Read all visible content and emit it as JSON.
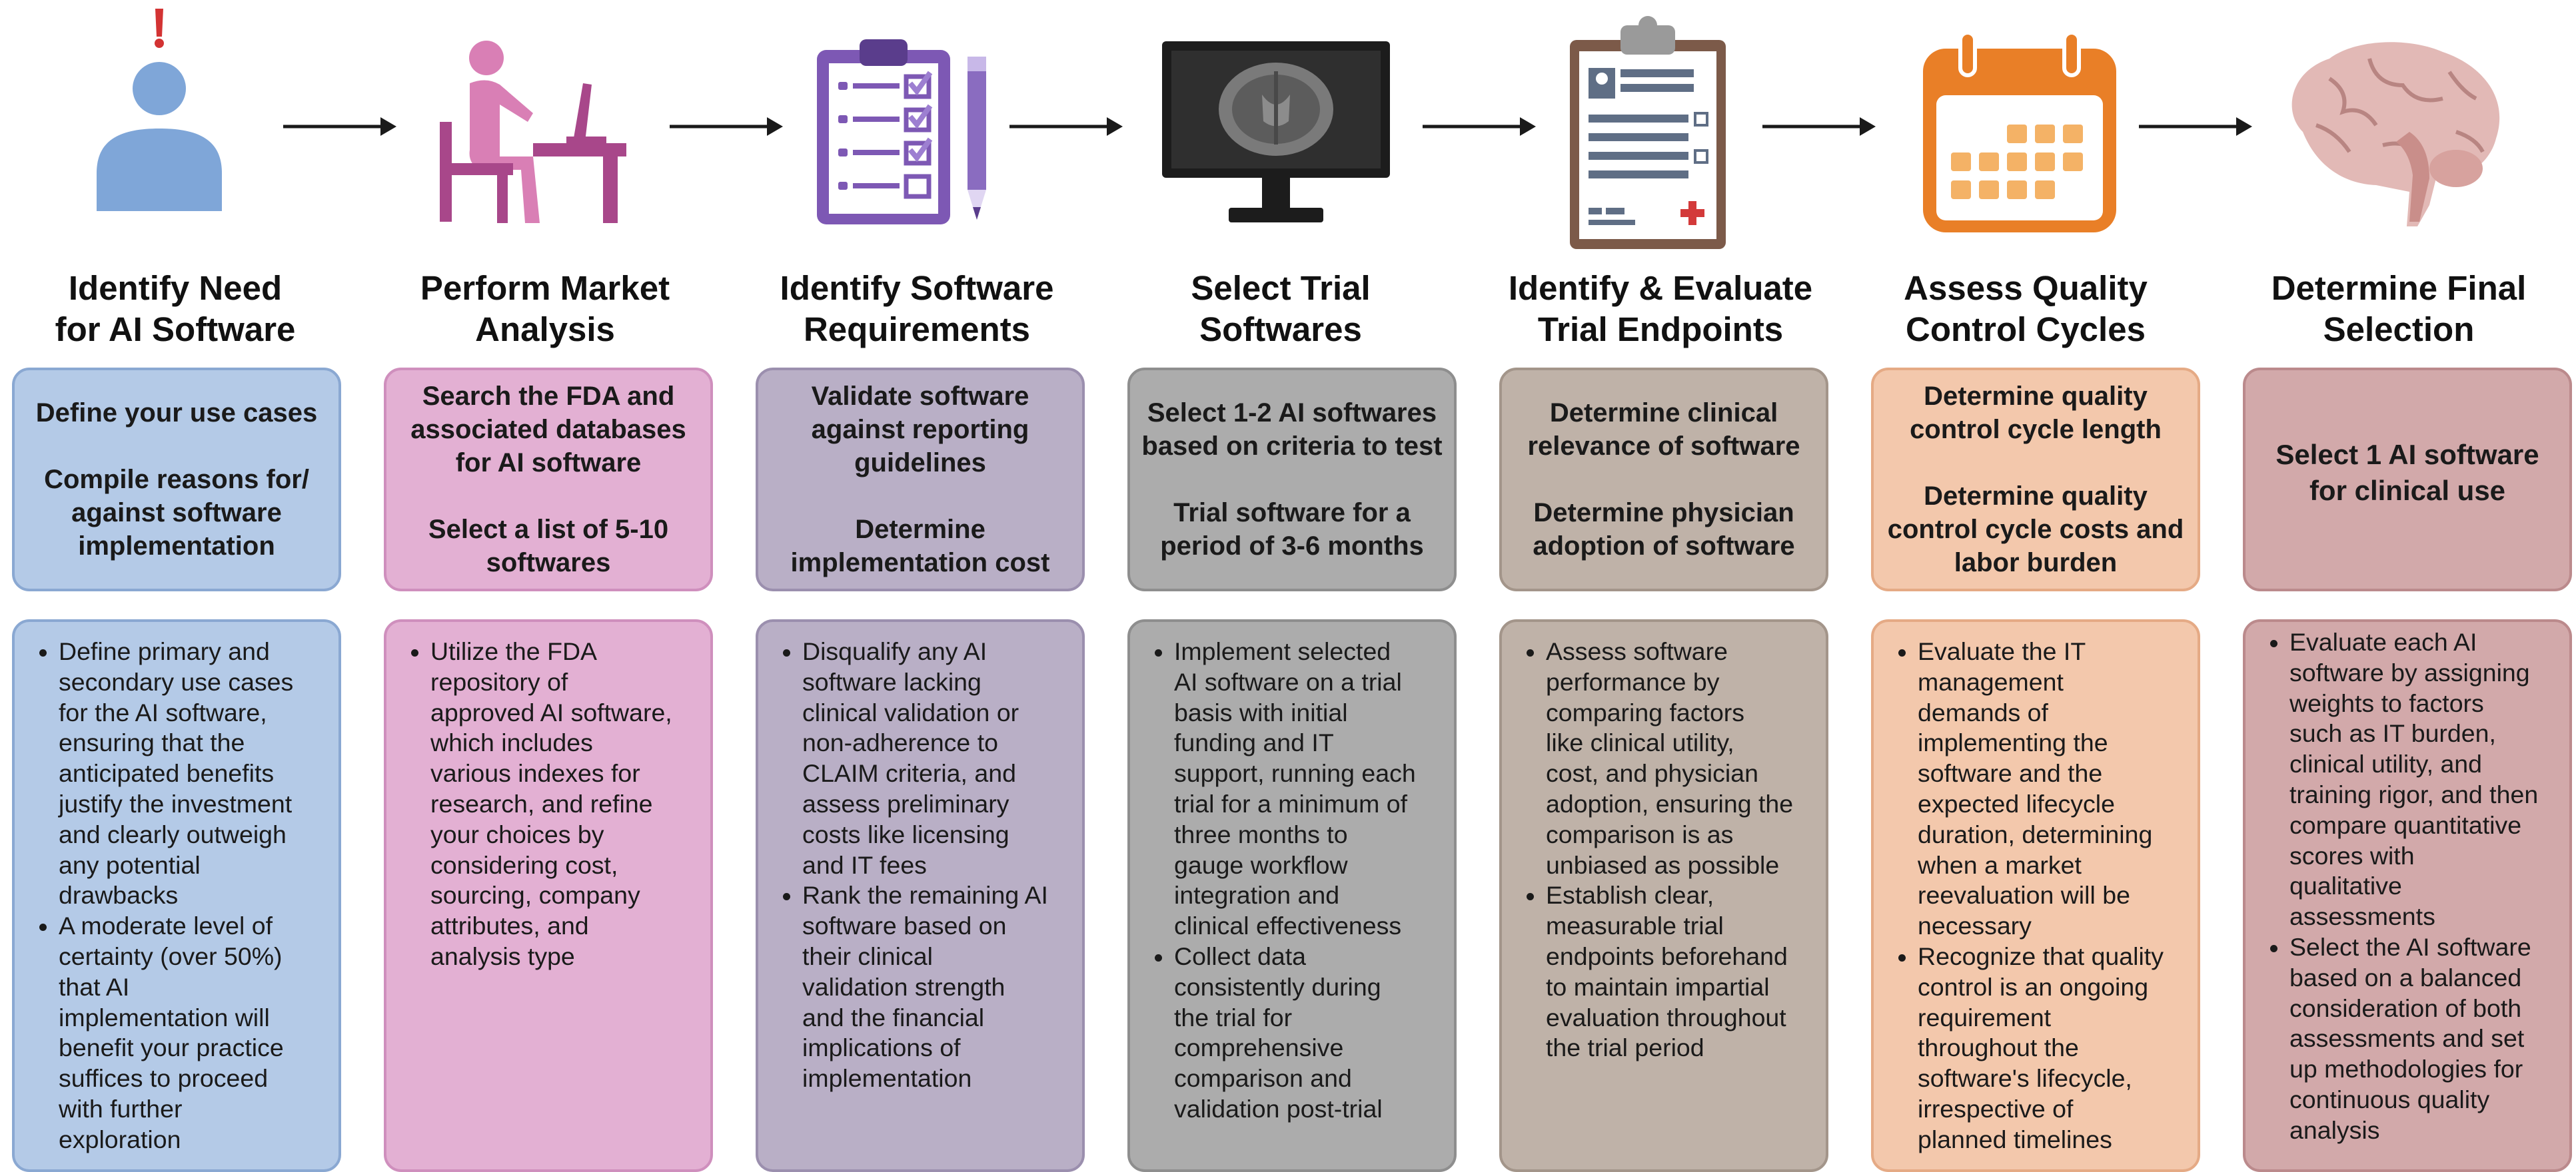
{
  "steps": [
    {
      "title": [
        "Identify Need",
        "for AI Software"
      ],
      "summary": [
        [
          "Define your use cases"
        ],
        [
          "Compile reasons for/",
          "against software",
          "implementation"
        ]
      ],
      "details": [
        [
          "Define primary and",
          "secondary use cases",
          "for the AI software,",
          "ensuring that the",
          "anticipated benefits",
          "justify the investment",
          "and clearly outweigh",
          "any potential",
          "drawbacks"
        ],
        [
          "A moderate level of",
          "certainty (over 50%)",
          "that AI",
          "implementation will",
          "benefit your practice",
          "suffices to proceed",
          "with further",
          "exploration"
        ]
      ],
      "colors": {
        "fill": "#b4cae7",
        "border": "#8aa8d2"
      }
    },
    {
      "title": [
        "Perform Market",
        "Analysis"
      ],
      "summary": [
        [
          "Search the FDA and",
          "associated databases",
          "for AI software"
        ],
        [
          "Select a list of 5-10",
          "softwares"
        ]
      ],
      "details": [
        [
          "Utilize the FDA",
          "repository of",
          "approved AI software,",
          "which includes",
          "various indexes for",
          "research, and refine",
          "your choices by",
          "considering cost,",
          "sourcing, company",
          "attributes, and",
          "analysis type"
        ]
      ],
      "colors": {
        "fill": "#e3b0d3",
        "border": "#cf8fbd"
      }
    },
    {
      "title": [
        "Identify Software",
        "Requirements"
      ],
      "summary": [
        [
          "Validate software",
          "against reporting",
          "guidelines"
        ],
        [
          "Determine",
          "implementation cost"
        ]
      ],
      "details": [
        [
          "Disqualify any AI",
          "software lacking",
          "clinical validation or",
          "non-adherence to",
          "CLAIM criteria, and",
          "assess preliminary",
          "costs like licensing",
          "and IT fees"
        ],
        [
          "Rank the remaining AI",
          "software based on",
          "their clinical",
          "validation strength",
          "and the financial",
          "implications of",
          "implementation"
        ]
      ],
      "colors": {
        "fill": "#b9afc6",
        "border": "#9b8fae"
      }
    },
    {
      "title": [
        "Select Trial",
        "Softwares"
      ],
      "summary": [
        [
          "Select 1-2 AI softwares",
          "based on criteria to test"
        ],
        [
          "Trial software for a",
          "period of 3-6 months"
        ]
      ],
      "details": [
        [
          "Implement selected",
          "AI software on a trial",
          "basis with initial",
          "funding and IT",
          "support, running each",
          "trial for a minimum of",
          "three months to",
          "gauge workflow",
          "integration and",
          "clinical  effectiveness"
        ],
        [
          "Collect data",
          "consistently during",
          "the trial for",
          "comprehensive",
          "comparison and",
          "validation post-trial"
        ]
      ],
      "colors": {
        "fill": "#acacac",
        "border": "#8e8e8e"
      }
    },
    {
      "title": [
        "Identify & Evaluate",
        "Trial Endpoints"
      ],
      "summary": [
        [
          "Determine clinical",
          "relevance of software"
        ],
        [
          "Determine physician",
          "adoption of software"
        ]
      ],
      "details": [
        [
          "Assess software",
          "performance by",
          "comparing factors",
          "like clinical utility,",
          "cost, and physician",
          "adoption, ensuring the",
          "comparison is as",
          "unbiased as possible"
        ],
        [
          "Establish clear,",
          "measurable trial",
          "endpoints beforehand",
          "to maintain impartial",
          "evaluation throughout",
          "the trial period"
        ]
      ],
      "colors": {
        "fill": "#bfb2a8",
        "border": "#a3958a"
      }
    },
    {
      "title": [
        "Assess Quality",
        "Control Cycles"
      ],
      "summary": [
        [
          "Determine quality",
          "control cycle length"
        ],
        [
          "Determine quality",
          "control cycle costs and",
          "labor burden"
        ]
      ],
      "details": [
        [
          "Evaluate the IT",
          "management",
          "demands of",
          "implementing the",
          "software and the",
          "expected lifecycle",
          "duration, determining",
          "when a market",
          "reevaluation will be",
          "necessary"
        ],
        [
          "Recognize that quality",
          "control is an ongoing",
          "requirement",
          "throughout the",
          "software's lifecycle,",
          "irrespective of",
          "planned timelines"
        ]
      ],
      "colors": {
        "fill": "#f3c8ac",
        "border": "#e5aa85"
      }
    },
    {
      "title": [
        "Determine Final",
        "Selection"
      ],
      "summary": [
        [
          "Select 1 AI software",
          "for clinical use"
        ]
      ],
      "details": [
        [
          "Evaluate each AI",
          "software by assigning",
          "weights to factors",
          "such as IT burden,",
          "clinical utility, and",
          "training rigor, and then",
          "compare quantitative",
          "scores with",
          "qualitative",
          "assessments"
        ],
        [
          "Select the AI software",
          "based on a balanced",
          "consideration of both",
          "assessments and set",
          "up methodologies for",
          "continuous quality",
          "analysis"
        ]
      ],
      "colors": {
        "fill": "#d2a9aa",
        "border": "#bb8a8c"
      }
    }
  ],
  "icons": [
    "person-alert-icon",
    "person-at-computer-icon",
    "clipboard-checklist-icon",
    "brain-scan-monitor-icon",
    "medical-report-clipboard-icon",
    "calendar-icon",
    "brain-icon"
  ],
  "arrows": 6
}
